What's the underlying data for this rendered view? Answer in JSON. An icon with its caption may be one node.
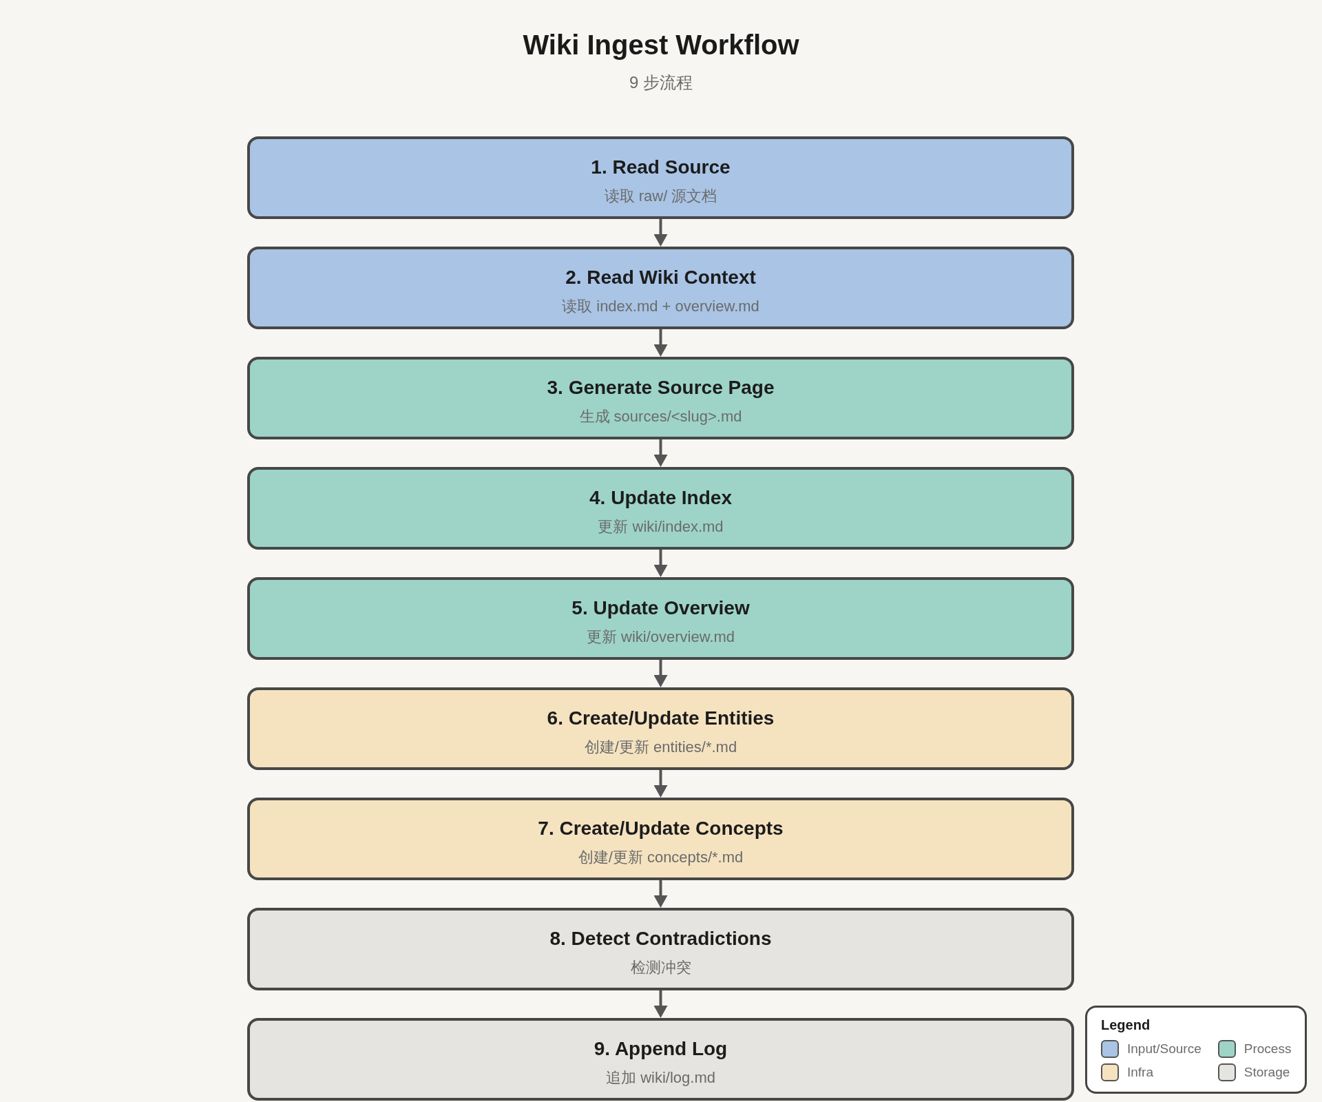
{
  "diagram": {
    "title": "Wiki Ingest Workflow",
    "nodes": [
      {
        "text": [
          "1. Read Source",
          "读取 raw/ 源文档"
        ]
      },
      {
        "text": [
          "2. Read Wiki Context",
          "读取 index.md + overview.md"
        ]
      },
      {
        "text": [
          "3. Generate Source Page",
          "生成 sources/<slug>.md"
        ]
      },
      {
        "text": [
          "4. Update Index",
          "更新 wiki/index.md"
        ]
      },
      {
        "text": [
          "5. Update Overview",
          "更新 wiki/overview.md"
        ]
      },
      {
        "text": [
          "6. Create/Update Entities",
          "创建/更新 entities/*.md"
        ]
      },
      {
        "text": [
          "7. Create/Update Concepts",
          "创建/更新 concepts/*.md"
        ]
      },
      {
        "text": [
          "8. Detect Contradictions",
          "检测冲突"
        ]
      },
      {
        "text": [
          "9. Append Log",
          "追加 wiki/log.md"
        ]
      }
    ],
    "edges": [
      {
        "from": 0,
        "to": 1,
        "arrow": "to"
      },
      {
        "from": 1,
        "to": 2,
        "arrow": "to"
      },
      {
        "from": 2,
        "to": 3,
        "arrow": "to"
      },
      {
        "from": 3,
        "to": 4,
        "arrow": "to"
      },
      {
        "from": 4,
        "to": 5,
        "arrow": "to"
      },
      {
        "from": 5,
        "to": 6,
        "arrow": "to"
      },
      {
        "from": 6,
        "to": 7,
        "arrow": "to"
      },
      {
        "from": 7,
        "to": 8,
        "arrow": "to"
      }
    ],
    "labels": [
      "9 步流程",
      "Legend"
    ],
    "legend": [
      {
        "text": "Input/Source",
        "color": "#a9c4e5"
      },
      {
        "text": "Process",
        "color": "#9dd4c7"
      },
      {
        "text": "Infra",
        "color": "#f5e3c0"
      },
      {
        "text": "Storage",
        "color": "#e6e4e0"
      }
    ]
  }
}
